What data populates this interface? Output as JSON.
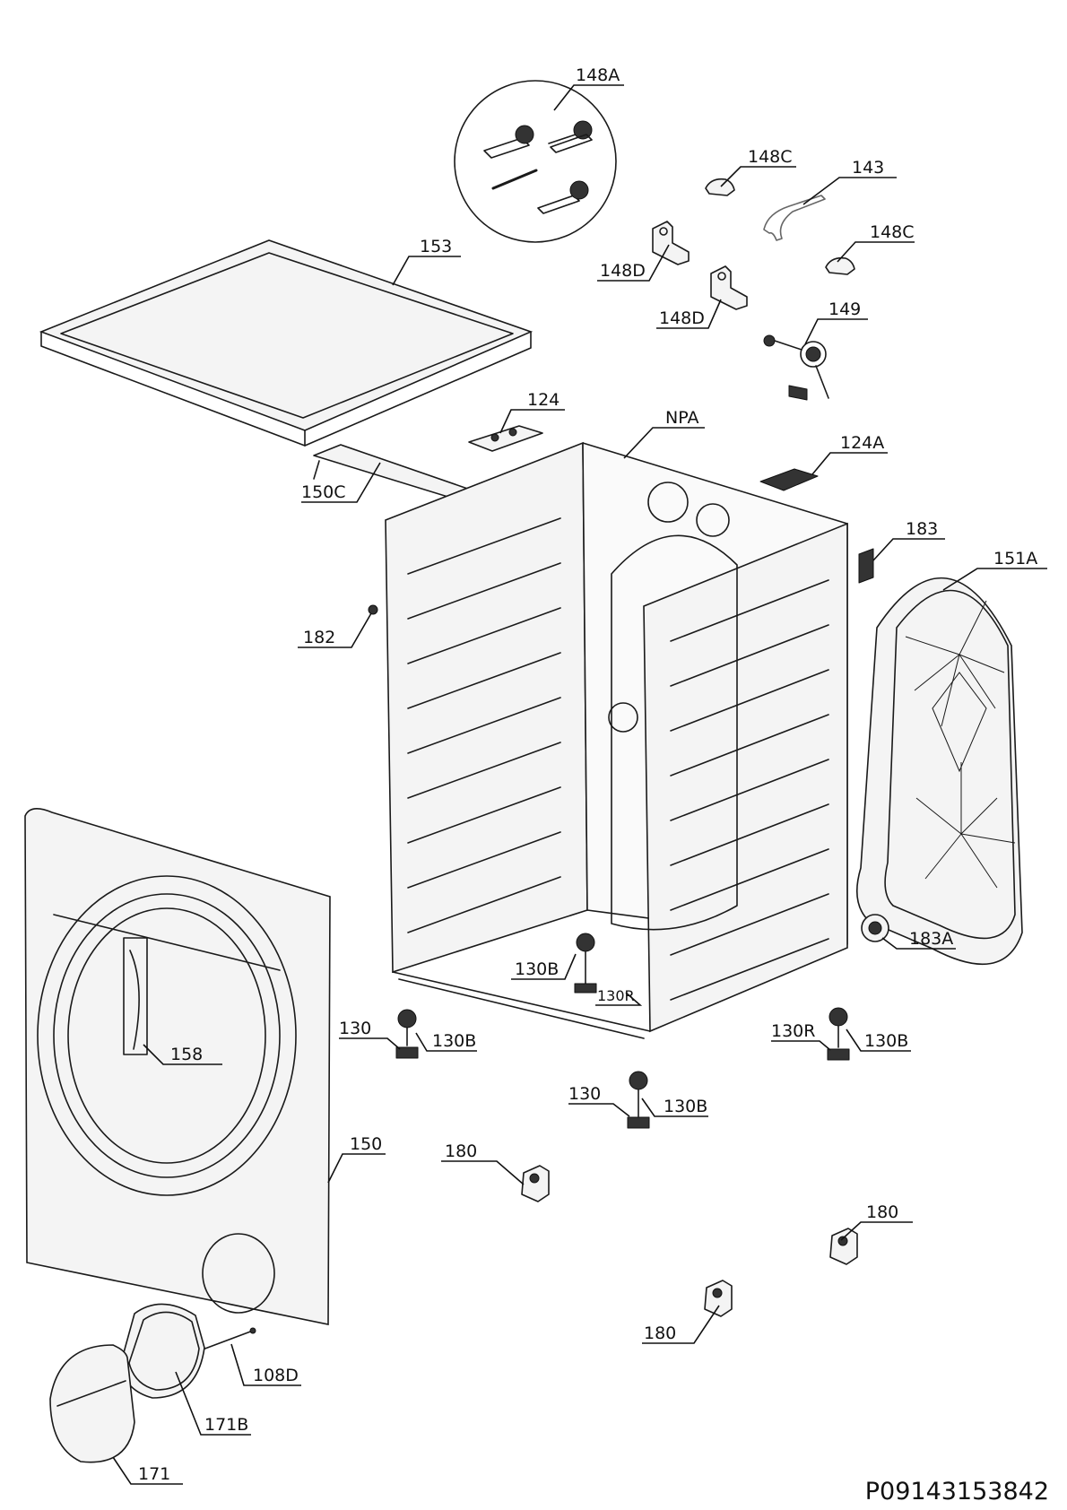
{
  "diagram_code": "P09143153842",
  "callouts": [
    {
      "id": "c148A",
      "text": "148A"
    },
    {
      "id": "c148C_1",
      "text": "148C"
    },
    {
      "id": "c143",
      "text": "143"
    },
    {
      "id": "c148C_2",
      "text": "148C"
    },
    {
      "id": "c153",
      "text": "153"
    },
    {
      "id": "c148D_1",
      "text": "148D"
    },
    {
      "id": "c148D_2",
      "text": "148D"
    },
    {
      "id": "c149",
      "text": "149"
    },
    {
      "id": "c124",
      "text": "124"
    },
    {
      "id": "cNPA",
      "text": "NPA"
    },
    {
      "id": "c124A",
      "text": "124A"
    },
    {
      "id": "c150C",
      "text": "150C"
    },
    {
      "id": "c183",
      "text": "183"
    },
    {
      "id": "c151A",
      "text": "151A"
    },
    {
      "id": "c182",
      "text": "182"
    },
    {
      "id": "c130B_1",
      "text": "130B"
    },
    {
      "id": "c130R_1",
      "text": "130R"
    },
    {
      "id": "c183A",
      "text": "183A"
    },
    {
      "id": "c130_1",
      "text": "130"
    },
    {
      "id": "c130B_2",
      "text": "130B"
    },
    {
      "id": "c130R_2",
      "text": "130R"
    },
    {
      "id": "c130B_3",
      "text": "130B"
    },
    {
      "id": "c158",
      "text": "158"
    },
    {
      "id": "c130_2",
      "text": "130"
    },
    {
      "id": "c130B_4",
      "text": "130B"
    },
    {
      "id": "c150",
      "text": "150"
    },
    {
      "id": "c180_1",
      "text": "180"
    },
    {
      "id": "c180_2",
      "text": "180"
    },
    {
      "id": "c180_3",
      "text": "180"
    },
    {
      "id": "c108D",
      "text": "108D"
    },
    {
      "id": "c171B",
      "text": "171B"
    },
    {
      "id": "c171",
      "text": "171"
    }
  ]
}
